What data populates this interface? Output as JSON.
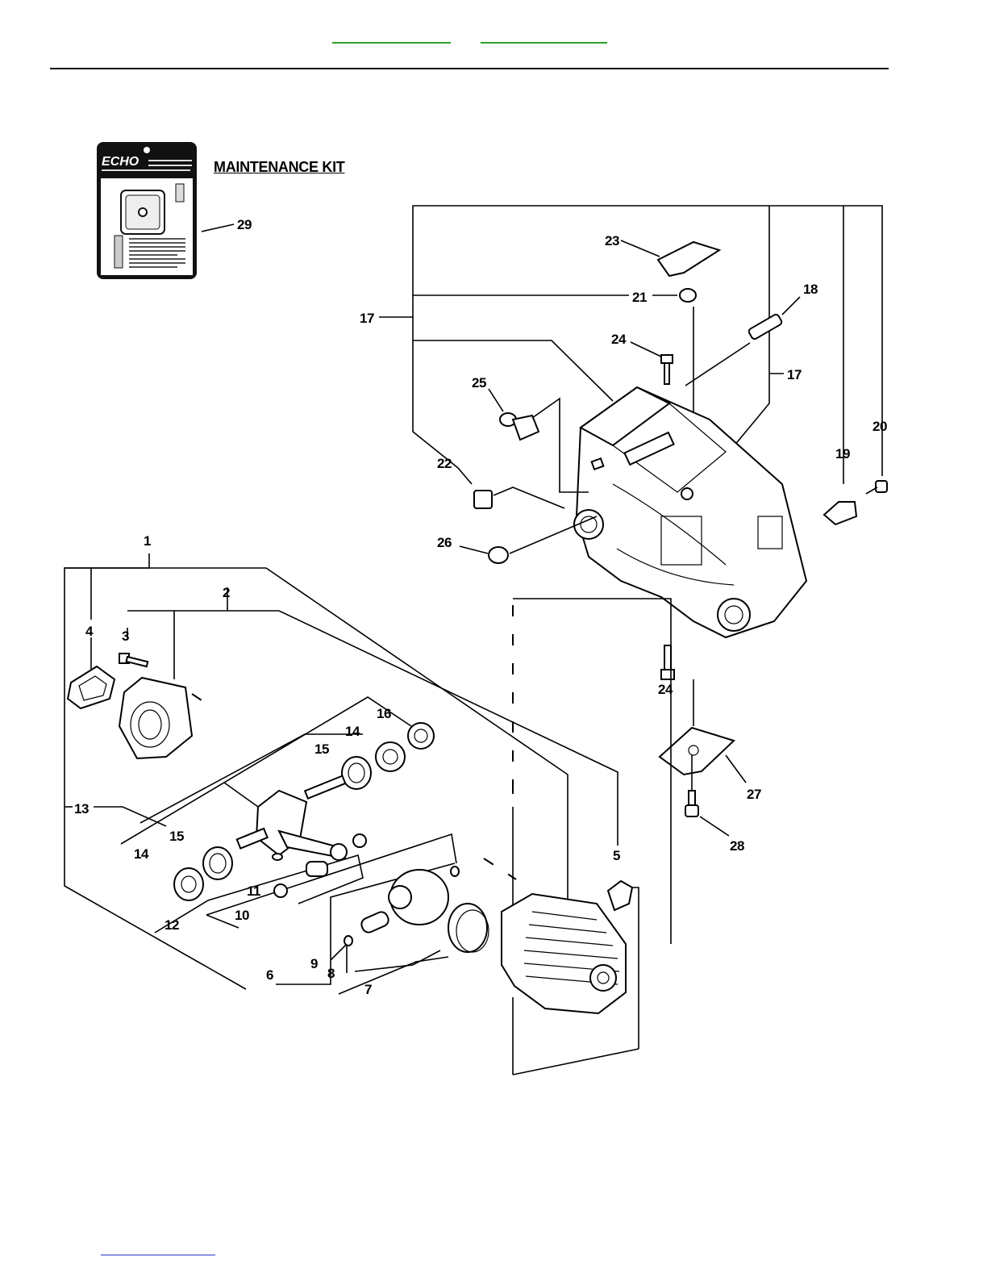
{
  "header": {
    "link_left": "",
    "link_right": ""
  },
  "kit": {
    "title": "MAINTENANCE KIT",
    "brand": "ECHO"
  },
  "callouts": {
    "c1": "1",
    "c2": "2",
    "c3": "3",
    "c4": "4",
    "c5": "5",
    "c6": "6",
    "c7": "7",
    "c8": "8",
    "c9": "9",
    "c10": "10",
    "c11": "11",
    "c12": "12",
    "c13": "13",
    "c14a": "14",
    "c14b": "14",
    "c15a": "15",
    "c15b": "15",
    "c16": "16",
    "c17a": "17",
    "c17b": "17",
    "c18": "18",
    "c19": "19",
    "c20": "20",
    "c21": "21",
    "c22": "22",
    "c23": "23",
    "c24a": "24",
    "c24b": "24",
    "c25": "25",
    "c26": "26",
    "c27": "27",
    "c28": "28",
    "c29": "29"
  },
  "footer": {
    "link": ""
  }
}
